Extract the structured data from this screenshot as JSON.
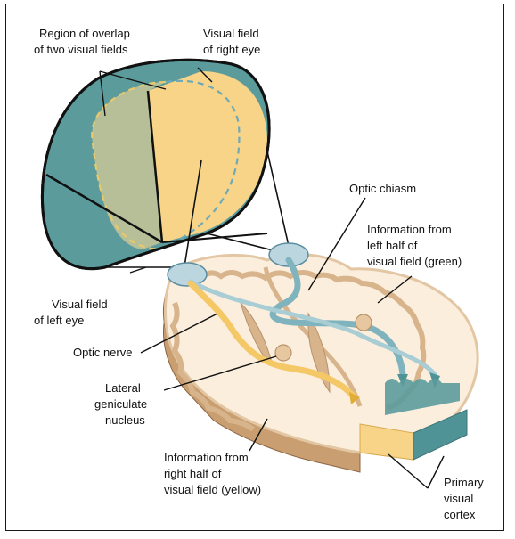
{
  "labels": {
    "overlap": [
      "Region of overlap",
      "of two visual fields"
    ],
    "right_eye_field": [
      "Visual field",
      "of right eye"
    ],
    "optic_chiasm": [
      "Optic chiasm"
    ],
    "info_left": [
      "Information from",
      "left half of",
      "visual field (green)"
    ],
    "left_eye_field": [
      "Visual field",
      "of left eye"
    ],
    "optic_nerve": [
      "Optic nerve"
    ],
    "lgn": [
      "Lateral",
      "geniculate",
      "nucleus"
    ],
    "info_right": [
      "Information from",
      "right half of",
      "visual field (yellow)"
    ],
    "cortex": [
      "Primary",
      "visual",
      "cortex"
    ]
  },
  "colors": {
    "left_field": "#5b9b9c",
    "right_field": "#f7d488",
    "overlap": "#b7bf98",
    "brain_fill": "#fbeedd",
    "brain_edge": "#e3c7a4",
    "brain_side": "#c99e70",
    "gray_matter": "#d8b48c",
    "green_path": "#7fb3bd",
    "yellow_path": "#f4c866",
    "cortex_green": "#4f9396",
    "cortex_yellow": "#f7d488",
    "line": "#111111"
  }
}
